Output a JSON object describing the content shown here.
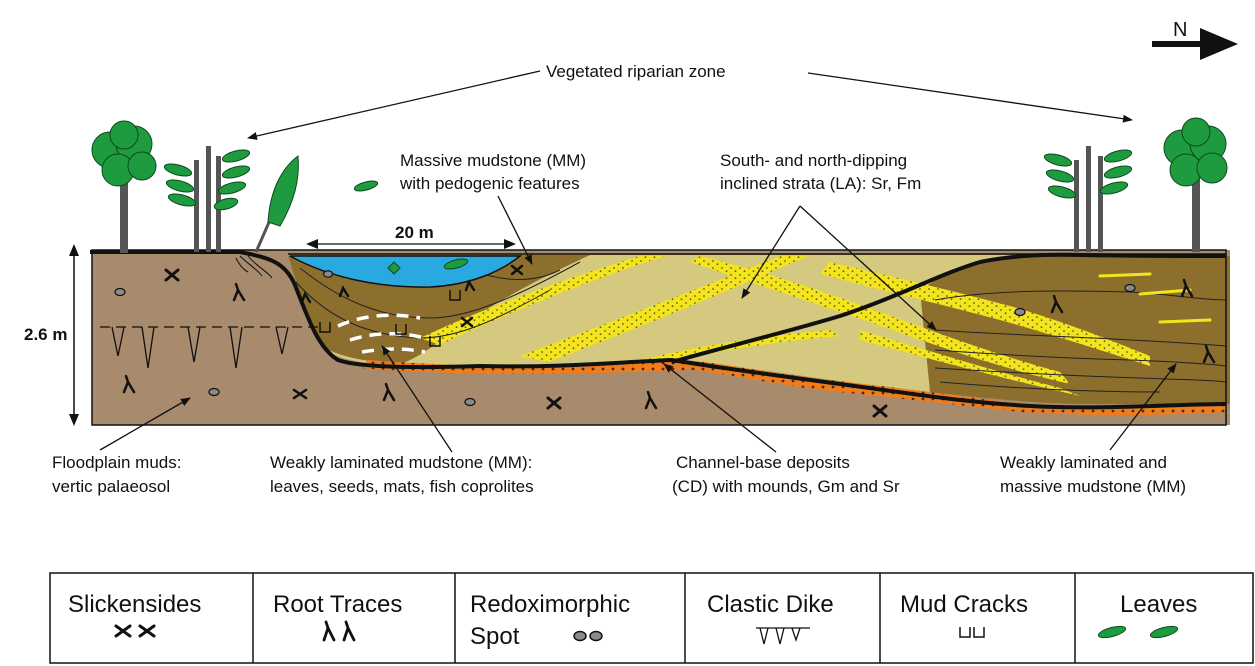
{
  "north_label": "N",
  "labels": {
    "riparian": "Vegetated riparian zone",
    "massive_1": "Massive mudstone (MM)",
    "massive_2": "with pedogenic features",
    "inclined_1": "South- and north-dipping",
    "inclined_2": "inclined strata (LA): Sr, Fm",
    "scale_width": "20 m",
    "scale_height": "2.6 m",
    "floodplain_1": "Floodplain muds:",
    "floodplain_2": "vertic palaeosol",
    "weak_lam_1": "Weakly laminated mudstone (MM):",
    "weak_lam_2": "leaves, seeds, mats, fish coprolites",
    "channel_1": "Channel-base deposits",
    "channel_2": "(CD) with mounds, Gm and Sr",
    "weak_mass_1": "Weakly laminated and",
    "weak_mass_2": "massive mudstone (MM)"
  },
  "legend": [
    {
      "label": "Slickensides",
      "icon": "slickenside-icon"
    },
    {
      "label": "Root Traces",
      "icon": "root-trace-icon"
    },
    {
      "label": "Redoximorphic",
      "label2": "Spot",
      "icon": "redox-spot-icon"
    },
    {
      "label": "Clastic Dike",
      "icon": "clastic-dike-icon"
    },
    {
      "label": "Mud Cracks",
      "icon": "mud-crack-icon"
    },
    {
      "label": "Leaves",
      "icon": "leaf-icon"
    }
  ],
  "colors": {
    "floodplain": "#a88a6d",
    "mudstone": "#8c6f2c",
    "inclined": "#d4c97e",
    "sand_band": "#f2e41e",
    "channel_base": "#ef7d1e",
    "water": "#2aa8e0",
    "foliage": "#1f9b3f",
    "trunk": "#555555"
  }
}
